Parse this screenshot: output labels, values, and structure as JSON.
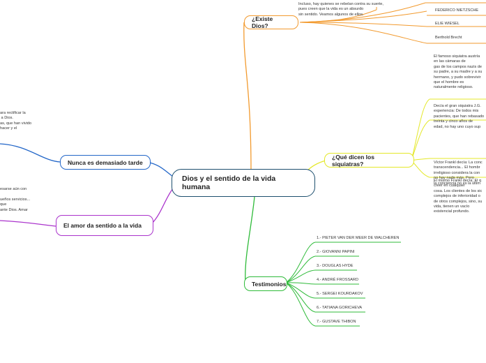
{
  "central": {
    "title": "Dios y el sentido de la vida humana"
  },
  "branches": {
    "existe": {
      "label": "¿Existe Dios?",
      "text": "Incluso, hay quienes se rebelan contra su suerte,\npues creen que la vida es un absurdo\nsin sentido. Veamos algunos de ellos.",
      "leaves": [
        "FEDERICO NIETZSCHE",
        "ELIE WIESEL",
        "Berthold Brecht"
      ]
    },
    "psiquiatras": {
      "label": "¿Qué dicen los siquiatras?",
      "notes": [
        "El famoso siquiatra austría\nen las cámaras de\ngas de los campos nazis de\nsu padre, a su madre y a su\nhermano, y pudo sobrevivir\nque el hombre es\nnaturalmente religioso.",
        "Decía el gran siquiatra J.G.\nexperiencia: De todos mis\npacientes, que han rebasado\ntreinta y cinco años de\nedad, no hay uno cuyo sup",
        "Víctor Frankl decía: La conc\ntranscendencia... El hombr\nirreligioso considera la con\nno hay nada más. Pero\nla conciencia no es la últim",
        "El mismo Frankl decía: El q\ncreer en cualquier\ncosa. Los clientes de los sic\ncomplejos de inferioridad o\nde otros complejos, sino, su\nvida, tienen un vacío\nexistencial profundo."
      ]
    },
    "testimonios": {
      "label": "Testimonios",
      "leaves": [
        "1.- PIETER VAN DER MEER DE WALCHEREN",
        "2.- GIOVANNI PAPINI",
        "3.- DOUGLAS HYDE",
        "4.- ANDRÉ FROSSARD",
        "5.- SERGEI KOURDAKOV",
        "6.- TATIANA GORICHEVA",
        "7.- GUSTAVE THIBON"
      ]
    },
    "nunca": {
      "label": "Nunca es demasiado tarde",
      "text": "ara rectificar la\n a Dios.\nas, que han vivido\nhacer y el"
    },
    "amor": {
      "label": "El amor da sentido a la vida",
      "text": "esarse aún con\n\nueños servicios...\nque\nante Dios. Amar"
    }
  },
  "colors": {
    "central": "#1d4f6e",
    "existe": "#f29a2e",
    "psiquiatras": "#e4e828",
    "testimonios": "#2fbb3a",
    "nunca": "#2266c8",
    "amor": "#aa33cc"
  }
}
